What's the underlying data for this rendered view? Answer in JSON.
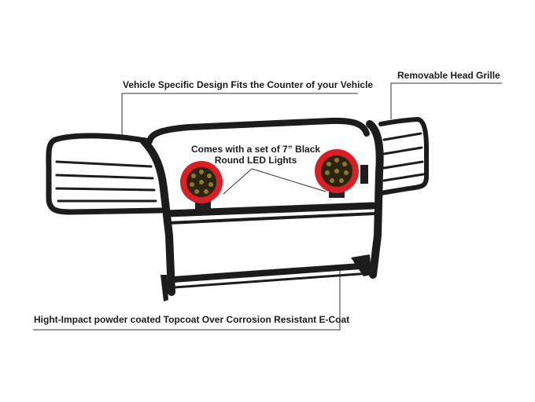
{
  "callouts": {
    "vehicle_design": "Vehicle Specific Design Fits the Counter of your Vehicle",
    "head_grille": "Removable Head Grille",
    "coating": "Hight-Impact powder coated Topcoat Over Corrosion Resistant E-Coat",
    "lights_line1": "Comes with a set of 7” Black",
    "lights_line2": "Round LED Lights"
  },
  "colors": {
    "guard": "#1c1c1c",
    "light_housing": "#d91f26",
    "lens": "#2a2410",
    "led": "#8a7a2a",
    "leader": "#333333"
  },
  "icons": [
    "grille-guard-illustration",
    "led-light-icon"
  ]
}
